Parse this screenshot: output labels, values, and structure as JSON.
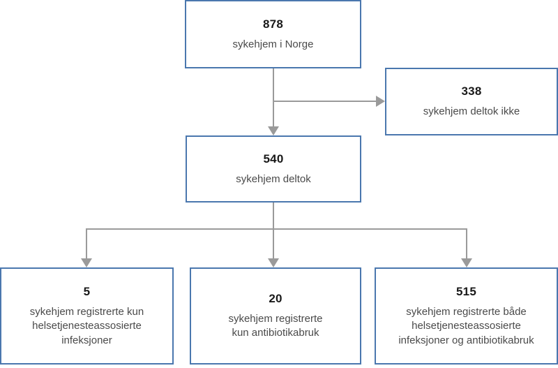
{
  "figure": {
    "type": "flowchart",
    "language": "no",
    "palette": {
      "box_border": "#4A77AE",
      "box_fill": "#FFFFFF",
      "connector": "#9A9A9A",
      "count_text": "#191919",
      "caption_text": "#4A4A4A",
      "background": "#FFFFFF"
    },
    "nodes": [
      {
        "id": "total",
        "count": "878",
        "caption": "sykehjem i Norge"
      },
      {
        "id": "excluded",
        "count": "338",
        "caption": "sykehjem deltok ikke"
      },
      {
        "id": "participated",
        "count": "540",
        "caption": "sykehjem deltok"
      },
      {
        "id": "only-infections",
        "count": "5",
        "caption": "sykehjem registrerte kun\nhelsetjenesteassosierte\ninfeksjoner"
      },
      {
        "id": "only-antibiotics",
        "count": "20",
        "caption": "sykehjem registrerte\nkun antibiotikabruk"
      },
      {
        "id": "both",
        "count": "515",
        "caption": "sykehjem registrerte både\nhelsetjenesteassosierte\ninfeksjoner og antibiotikabruk"
      }
    ],
    "edges": [
      {
        "id": "total-to-participated",
        "from": "total",
        "to": "participated",
        "direction": "down"
      },
      {
        "id": "total-to-excluded",
        "from": "total",
        "to": "excluded",
        "direction": "right"
      },
      {
        "id": "participated-to-only-infections",
        "from": "participated",
        "to": "only-infections",
        "direction": "down"
      },
      {
        "id": "participated-to-only-antibiotics",
        "from": "participated",
        "to": "only-antibiotics",
        "direction": "down"
      },
      {
        "id": "participated-to-both",
        "from": "participated",
        "to": "both",
        "direction": "down"
      }
    ]
  }
}
